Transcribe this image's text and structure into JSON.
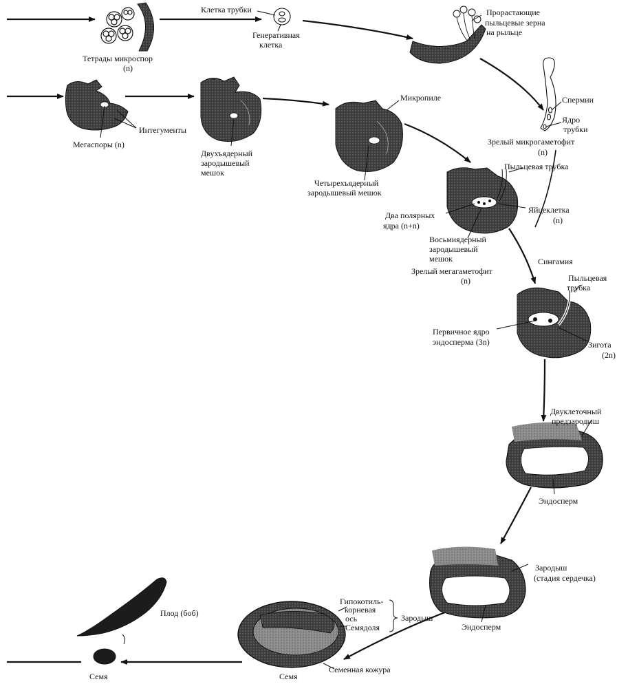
{
  "labels": {
    "microspore_tetrads": "Тетрады микроспор",
    "microspore_tetrads_ploidy": "(n)",
    "tube_cell": "Клетка трубки",
    "generative_cell_1": "Генеративная",
    "generative_cell_2": "клетка",
    "germinating_1": "Прорастающие",
    "germinating_2": "пыльцевые зерна",
    "germinating_3": "на рыльце",
    "sperm": "Спермии",
    "tube_nucleus_1": "Ядро",
    "tube_nucleus_2": "трубки",
    "mature_microgametophyte": "Зрелый микрогаметофит",
    "mature_microgametophyte_ploidy": "(n)",
    "megaspores": "Мегаспоры (n)",
    "integuments": "Интегументы",
    "two_nucleate_1": "Двухъядерный",
    "two_nucleate_2": "зародышевый",
    "two_nucleate_3": "мешок",
    "micropyle": "Микропиле",
    "four_nucleate_1": "Четырехъядерный",
    "four_nucleate_2": "зародышевый мешок",
    "pollen_tube_1": "Пыльцевая трубка",
    "egg_cell": "Яйцеклетка",
    "egg_cell_ploidy": "(n)",
    "polar_nuclei_1": "Два полярных",
    "polar_nuclei_2": "ядра (n+n)",
    "eight_nucleate_1": "Восьмиядерный",
    "eight_nucleate_2": "зародышевый",
    "eight_nucleate_3": "мешок",
    "mature_megagametophyte": "Зрелый мегагаметофит",
    "mature_megagametophyte_ploidy": "(n)",
    "syngamy": "Сингамия",
    "pollen_tube_2a": "Пыльцевая",
    "pollen_tube_2b": "трубка",
    "primary_endosperm_1": "Первичное ядро",
    "primary_endosperm_2": "эндосперма (3n)",
    "zygote": "Зигота",
    "zygote_ploidy": "(2n)",
    "proembryo_1": "Двуклеточный",
    "proembryo_2": "предзародыш",
    "endosperm_1": "Эндосперм",
    "embryo_1": "Зародыш",
    "embryo_2": "(стадия сердечка)",
    "endosperm_2": "Эндосперм",
    "hypocotyl_1": "Гипокотиль-",
    "hypocotyl_2": "корневая",
    "hypocotyl_3": "ось",
    "cotyledon": "Семядоля",
    "embryo_group": "Зародыш",
    "seed_coat": "Семенная кожура",
    "seed_large": "Семя",
    "fruit": "Плод (боб)",
    "seed_small": "Семя"
  }
}
